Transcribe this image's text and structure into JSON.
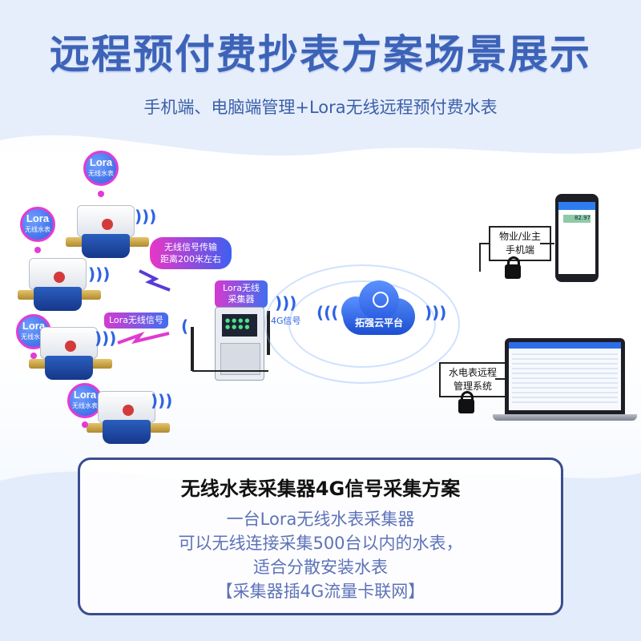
{
  "header": {
    "title": "远程预付费抄表方案场景展示",
    "subtitle": "手机端、电脑端管理+Lora无线远程预付费水表"
  },
  "meters": {
    "pin_line1": "Lora",
    "pin_line2": "无线水表",
    "callout_line1": "无线信号传输",
    "callout_line2": "距离200米左右",
    "wireless_tag": "Lora无线信号"
  },
  "collector": {
    "label_line1": "Lora无线",
    "label_line2": "采集器",
    "signal_label": "4G信号"
  },
  "cloud": {
    "label": "拓强云平台"
  },
  "phone_end": {
    "label_line1": "物业/业主",
    "label_line2": "手机端",
    "reading": "82.97"
  },
  "pc_end": {
    "label_line1": "水电表远程",
    "label_line2": "管理系统"
  },
  "info": {
    "title": "无线水表采集器4G信号采集方案",
    "lines": [
      "一台Lora无线水表采集器",
      "可以无线连接采集500台以内的水表，",
      "适合分散安装水表",
      "【采集器插4G流量卡联网】"
    ]
  },
  "colors": {
    "title": "#3d63b8",
    "accent_blue": "#2f63e2",
    "accent_pink": "#e43ad6",
    "box_border": "#3a4d8f"
  },
  "icons": [
    "wireless-signal-icon",
    "lock-icon",
    "cloud-icon",
    "lightning-icon"
  ]
}
